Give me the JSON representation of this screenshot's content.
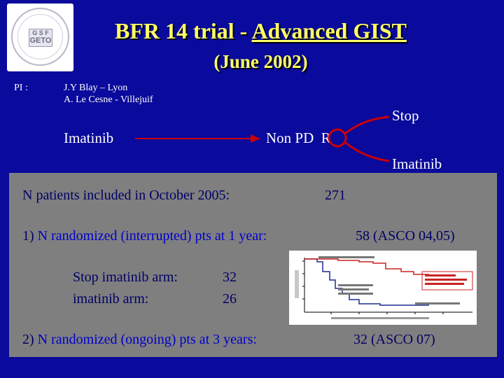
{
  "logo": {
    "top": "G S F",
    "bottom": "GETO"
  },
  "title": {
    "prefix": "BFR 14 trial - ",
    "underlined": "Advanced GIST"
  },
  "subtitle": "(June 2002)",
  "pi": {
    "label": "PI :",
    "line1": "J.Y Blay – Lyon",
    "line2": "A. Le Cesne - Villejuif"
  },
  "design": {
    "start": "Imatinib",
    "response": "Non PD",
    "randomization": "R",
    "arm_stop": "Stop",
    "arm_continue": "Imatinib"
  },
  "colors": {
    "background": "#0a0a9c",
    "title": "#ffff66",
    "panel": "#7f7f7f",
    "arrow_red": "#cc0000"
  },
  "panel": {
    "included_label": "N patients included in October 2005:",
    "included_value": "271",
    "rand1_num": "1)",
    "rand1_text": "N randomized (interrupted) pts at 1 year:",
    "rand1_value": "58   (ASCO 04,05)",
    "arm1_label": "Stop imatinib arm:",
    "arm1_value": "32",
    "arm2_label": "imatinib arm:",
    "arm2_value": "26",
    "rand2_num": "2)",
    "rand2_text": "N randomized (ongoing) pts at 3 years:",
    "rand2_value": "32  (ASCO 07)"
  }
}
